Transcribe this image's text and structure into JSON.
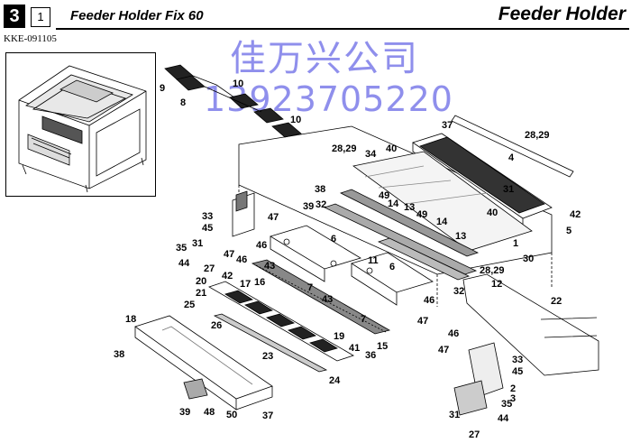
{
  "header": {
    "section_number": "3",
    "page_number": "1",
    "title": "Feeder Holder Fix 60",
    "section_title": "Feeder Holder"
  },
  "doc_code": "KKE-091105",
  "watermark": {
    "company": "佳万兴公司",
    "phone": "13923705220"
  },
  "callouts": [
    {
      "id": "c9",
      "text": "9"
    },
    {
      "id": "c8",
      "text": "8"
    },
    {
      "id": "c10a",
      "text": "10"
    },
    {
      "id": "c10b",
      "text": "10"
    },
    {
      "id": "c37a",
      "text": "37"
    },
    {
      "id": "c2829a",
      "text": "28,29"
    },
    {
      "id": "c4",
      "text": "4"
    },
    {
      "id": "c2829b",
      "text": "28,29"
    },
    {
      "id": "c34",
      "text": "34"
    },
    {
      "id": "c40a",
      "text": "40"
    },
    {
      "id": "c38a",
      "text": "38"
    },
    {
      "id": "c49a",
      "text": "49"
    },
    {
      "id": "c14a",
      "text": "14"
    },
    {
      "id": "c13a",
      "text": "13"
    },
    {
      "id": "c31a",
      "text": "31"
    },
    {
      "id": "c42a",
      "text": "42"
    },
    {
      "id": "c5",
      "text": "5"
    },
    {
      "id": "c3932",
      "text": "39"
    },
    {
      "id": "c32a",
      "text": "32"
    },
    {
      "id": "c49b",
      "text": "49"
    },
    {
      "id": "c14b",
      "text": "14"
    },
    {
      "id": "c40b",
      "text": "40"
    },
    {
      "id": "c33a",
      "text": "33"
    },
    {
      "id": "c45a",
      "text": "45"
    },
    {
      "id": "c47a",
      "text": "47"
    },
    {
      "id": "c6a",
      "text": "6"
    },
    {
      "id": "c13b",
      "text": "13"
    },
    {
      "id": "c1",
      "text": "1"
    },
    {
      "id": "c30",
      "text": "30"
    },
    {
      "id": "c31b",
      "text": "31"
    },
    {
      "id": "c46a",
      "text": "46"
    },
    {
      "id": "c35a",
      "text": "35"
    },
    {
      "id": "c47b",
      "text": "47"
    },
    {
      "id": "c44a",
      "text": "44"
    },
    {
      "id": "c27a",
      "text": "27"
    },
    {
      "id": "c46b",
      "text": "46"
    },
    {
      "id": "c43a",
      "text": "43"
    },
    {
      "id": "c11",
      "text": "11"
    },
    {
      "id": "c6b",
      "text": "6"
    },
    {
      "id": "c2829c",
      "text": "28,29"
    },
    {
      "id": "c42b",
      "text": "42"
    },
    {
      "id": "c17",
      "text": "17"
    },
    {
      "id": "c16",
      "text": "16"
    },
    {
      "id": "c20",
      "text": "20"
    },
    {
      "id": "c21",
      "text": "21"
    },
    {
      "id": "c7a",
      "text": "7"
    },
    {
      "id": "c43b",
      "text": "43"
    },
    {
      "id": "c12",
      "text": "12"
    },
    {
      "id": "c32b",
      "text": "32"
    },
    {
      "id": "c22",
      "text": "22"
    },
    {
      "id": "c25",
      "text": "25"
    },
    {
      "id": "c46c",
      "text": "46"
    },
    {
      "id": "c18",
      "text": "18"
    },
    {
      "id": "c26",
      "text": "26"
    },
    {
      "id": "c7b",
      "text": "7"
    },
    {
      "id": "c47c",
      "text": "47"
    },
    {
      "id": "c19",
      "text": "19"
    },
    {
      "id": "c41",
      "text": "41"
    },
    {
      "id": "c15",
      "text": "15"
    },
    {
      "id": "c36",
      "text": "36"
    },
    {
      "id": "c46d",
      "text": "46"
    },
    {
      "id": "c38b",
      "text": "38"
    },
    {
      "id": "c23",
      "text": "23"
    },
    {
      "id": "c47d",
      "text": "47"
    },
    {
      "id": "c33b",
      "text": "33"
    },
    {
      "id": "c45b",
      "text": "45"
    },
    {
      "id": "c24",
      "text": "24"
    },
    {
      "id": "c2",
      "text": "2"
    },
    {
      "id": "c3",
      "text": "3"
    },
    {
      "id": "c35b",
      "text": "35"
    },
    {
      "id": "c44b",
      "text": "44"
    },
    {
      "id": "c39b",
      "text": "39"
    },
    {
      "id": "c48",
      "text": "48"
    },
    {
      "id": "c50",
      "text": "50"
    },
    {
      "id": "c37b",
      "text": "37"
    },
    {
      "id": "c31c",
      "text": "31"
    },
    {
      "id": "c27b",
      "text": "27"
    }
  ]
}
